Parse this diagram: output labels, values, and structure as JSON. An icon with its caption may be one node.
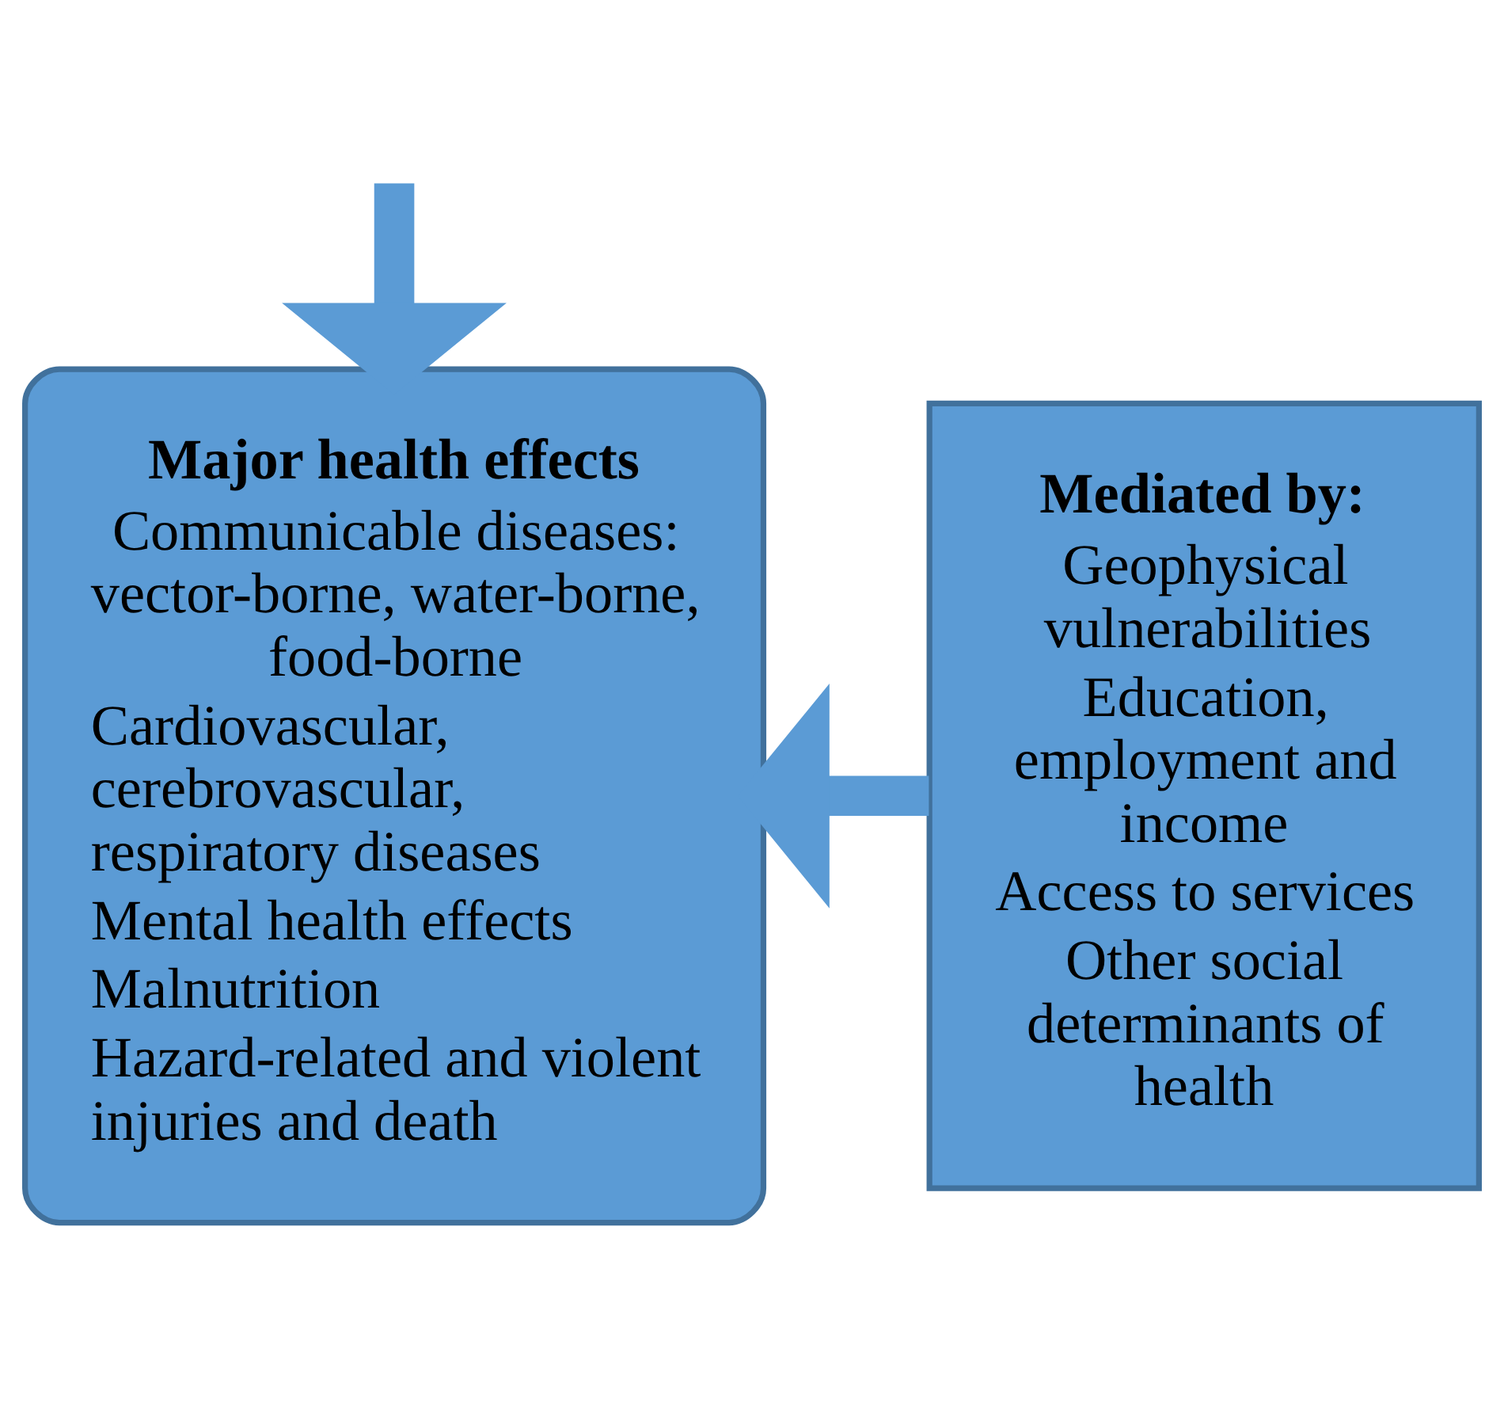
{
  "diagram": {
    "nodes": [
      {
        "text": [
          "Major health effects",
          "Communicable diseases: vector-borne, water-borne, food-borne",
          "Cardiovascular, cerebrovascular, respiratory diseases",
          "Mental health effects",
          "Malnutrition",
          "Hazard-related and violent injuries and death"
        ]
      },
      {
        "text": [
          "Mediated by:",
          "Geophysical vulnerabilities",
          "Education, employment and income",
          "Access to services",
          "Other social determinants of health"
        ]
      }
    ],
    "edges": [
      {
        "from": null,
        "to": 0,
        "arrow": "to"
      },
      {
        "from": 1,
        "to": 0,
        "arrow": "to"
      }
    ]
  }
}
